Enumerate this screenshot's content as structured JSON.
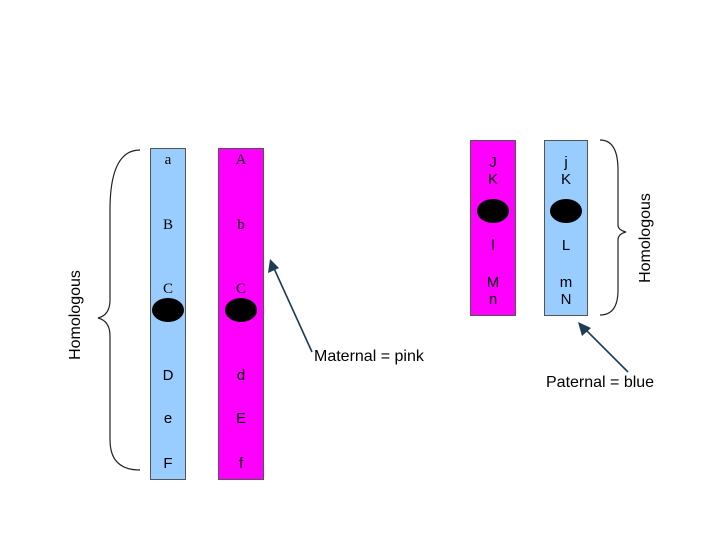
{
  "colors": {
    "maternal": "#ff00ff",
    "paternal": "#99ccff",
    "centromere": "#000000",
    "line": "#1f3b57"
  },
  "left_pair": {
    "chromosome_1": {
      "labels": [
        "a",
        "B",
        "C",
        "D",
        "e",
        "F"
      ]
    },
    "chromosome_2": {
      "labels": [
        "A",
        "b",
        "C",
        "d",
        "E",
        "f"
      ]
    },
    "bracket_label": "Homologous"
  },
  "right_pair": {
    "chromosome_1": {
      "labels": [
        "J\nK",
        "l",
        "M\nn"
      ]
    },
    "chromosome_2": {
      "labels": [
        "j\nK",
        "L",
        "m\nN"
      ]
    },
    "bracket_label": "Homologous"
  },
  "annotations": {
    "maternal": "Maternal = pink",
    "paternal": "Paternal = blue"
  }
}
